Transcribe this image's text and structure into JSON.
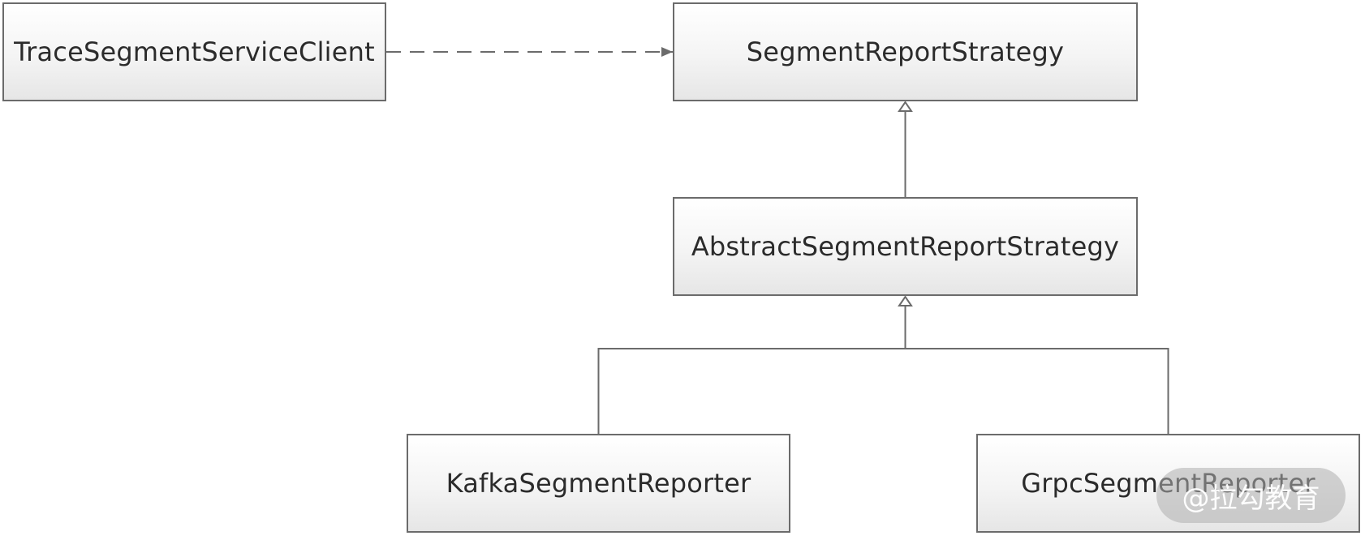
{
  "nodes": {
    "trace_client": "TraceSegmentServiceClient",
    "report_strategy": "SegmentReportStrategy",
    "abstract_strategy": "AbstractSegmentReportStrategy",
    "kafka_reporter": "KafkaSegmentReporter",
    "grpc_reporter": "GrpcSegmentReporter"
  },
  "watermark": "@拉勾教育",
  "colors": {
    "line": "#6b6b6b",
    "text": "#2b2b2b"
  }
}
